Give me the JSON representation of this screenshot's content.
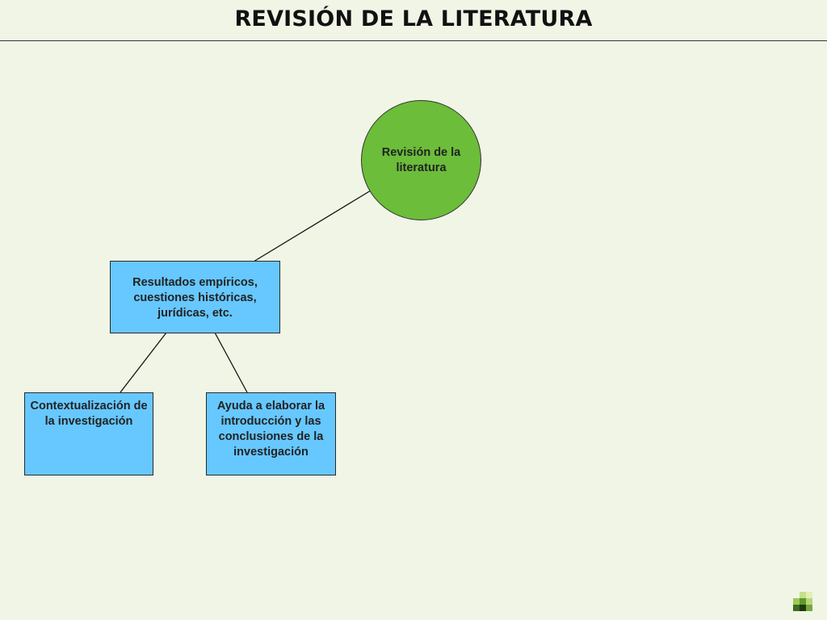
{
  "header": {
    "title": "REVISIÓN DE LA LITERATURA"
  },
  "diagram": {
    "root": {
      "label": "Revisión de la literatura"
    },
    "middle": {
      "label": "Resultados empíricos, cuestiones históricas, jurídicas, etc."
    },
    "leaves": [
      {
        "label": "Contextualización de la investigación"
      },
      {
        "label": "Ayuda a elaborar la introducción y las conclusiones de la investigación"
      }
    ]
  },
  "colors": {
    "background": "#f1f5e6",
    "root_fill": "#6cbd3a",
    "box_fill": "#66c8ff",
    "connector": "#111111"
  },
  "decor": {
    "logo_icon": "green-squares-logo-icon"
  }
}
